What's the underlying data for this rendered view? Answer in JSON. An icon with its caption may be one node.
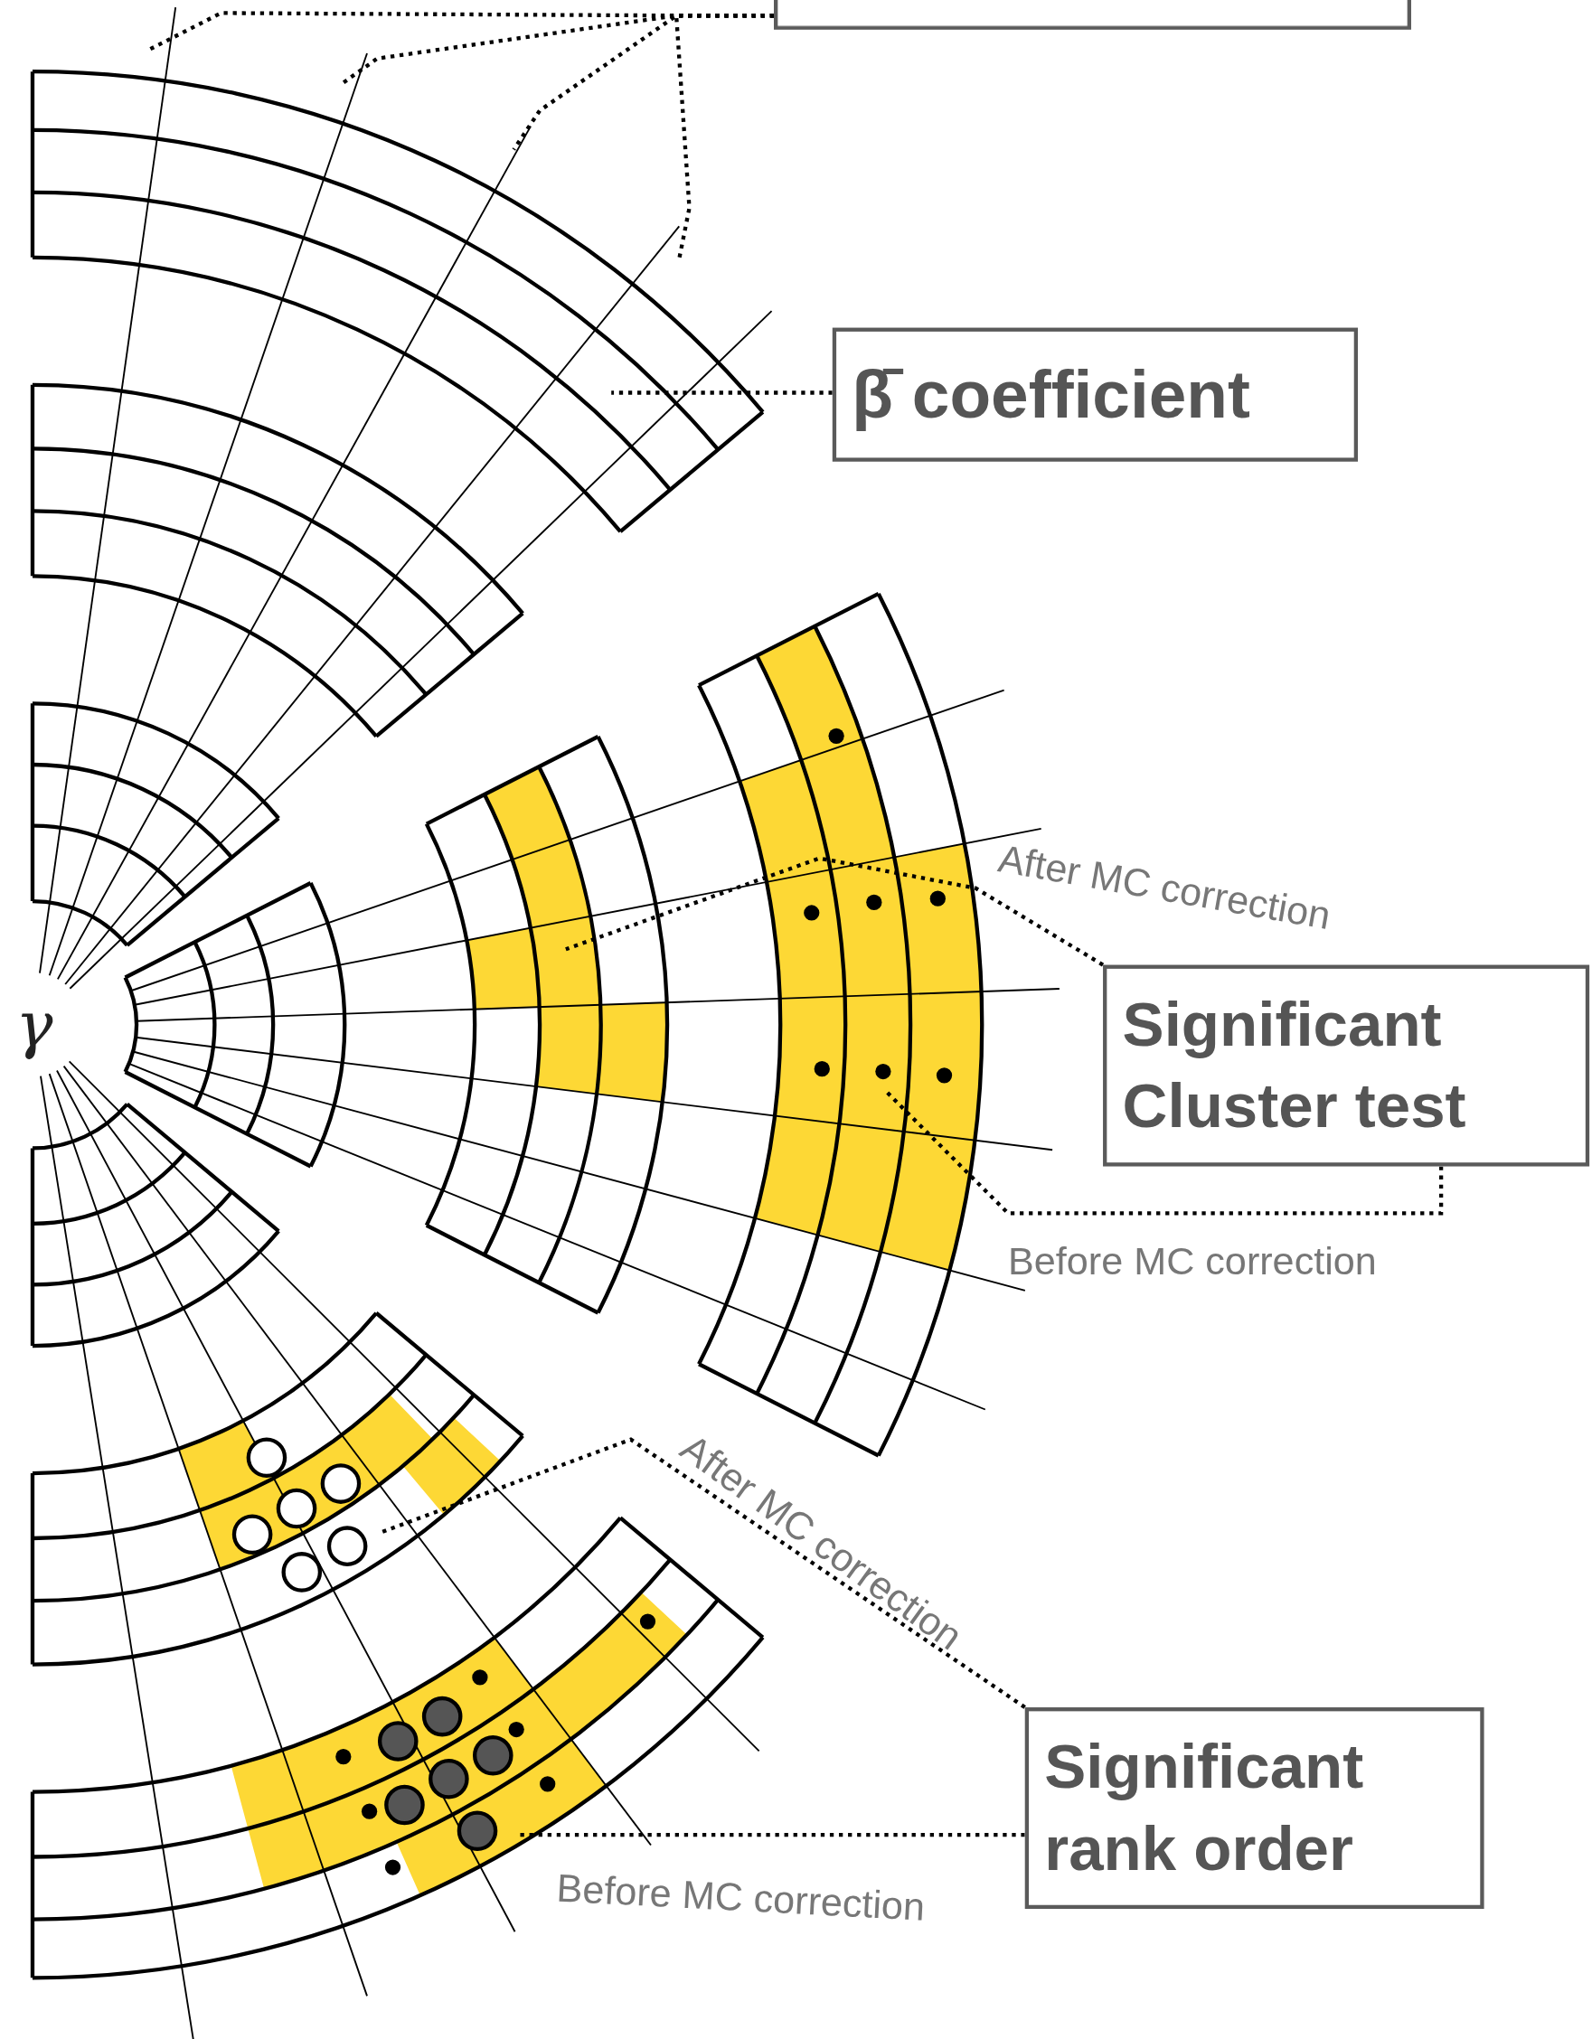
{
  "diagram": {
    "nodes": [
      {
        "text": [],
        "shape": "box"
      },
      {
        "text": [
          "β̄ coefficient"
        ]
      },
      {
        "text": [
          "Significant Cluster test"
        ]
      },
      {
        "text": [
          "Significant rank order"
        ]
      }
    ],
    "edges": [
      {
        "from": 0,
        "to": null,
        "arrow": "none"
      },
      {
        "from": 0,
        "to": null,
        "arrow": "none"
      },
      {
        "from": 0,
        "to": null,
        "arrow": "none"
      },
      {
        "from": 0,
        "to": null,
        "arrow": "none"
      },
      {
        "from": 1,
        "to": null,
        "arrow": "none"
      },
      {
        "from": 2,
        "to": null,
        "arrow": "none"
      },
      {
        "from": 2,
        "to": null,
        "arrow": "none"
      },
      {
        "from": 3,
        "to": null,
        "arrow": "none"
      },
      {
        "from": 3,
        "to": null,
        "arrow": "none"
      }
    ],
    "labels": [
      "γ",
      "After MC correction",
      "Before MC correction",
      "After MC correction",
      "Before MC correction"
    ]
  }
}
